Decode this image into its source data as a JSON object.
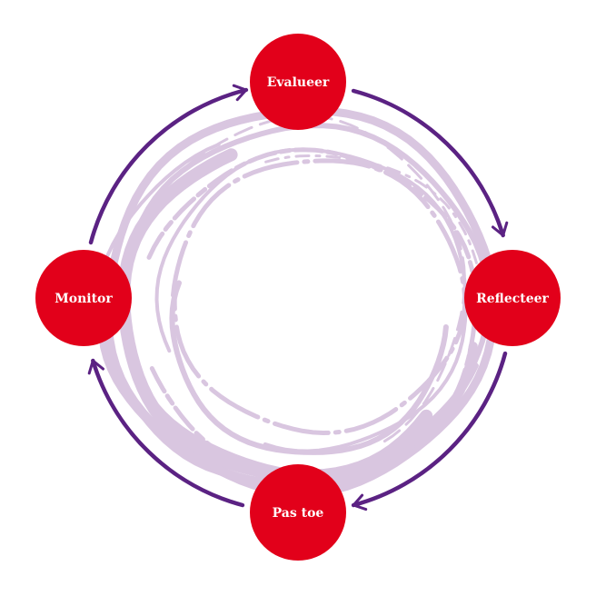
{
  "diagram": {
    "title": "Cycle: Evalueer, Reflecteer, Pas toe, Monitor",
    "colors": {
      "node_fill": "#e2001a",
      "node_text": "#ffffff",
      "arrow": "#5b2283",
      "scribble": "#d9c6e0",
      "background": "#ffffff"
    },
    "nodes": [
      {
        "id": "evalueer",
        "label": "Evalueer",
        "position": "top"
      },
      {
        "id": "reflecteer",
        "label": "Reflecteer",
        "position": "right"
      },
      {
        "id": "pas-toe",
        "label": "Pas toe",
        "position": "bottom"
      },
      {
        "id": "monitor",
        "label": "Monitor",
        "position": "left"
      }
    ],
    "edges": [
      {
        "from": "evalueer",
        "to": "reflecteer",
        "direction": "clockwise"
      },
      {
        "from": "reflecteer",
        "to": "pas-toe",
        "direction": "clockwise"
      },
      {
        "from": "pas-toe",
        "to": "monitor",
        "direction": "clockwise"
      },
      {
        "from": "monitor",
        "to": "evalueer",
        "direction": "clockwise"
      }
    ]
  }
}
